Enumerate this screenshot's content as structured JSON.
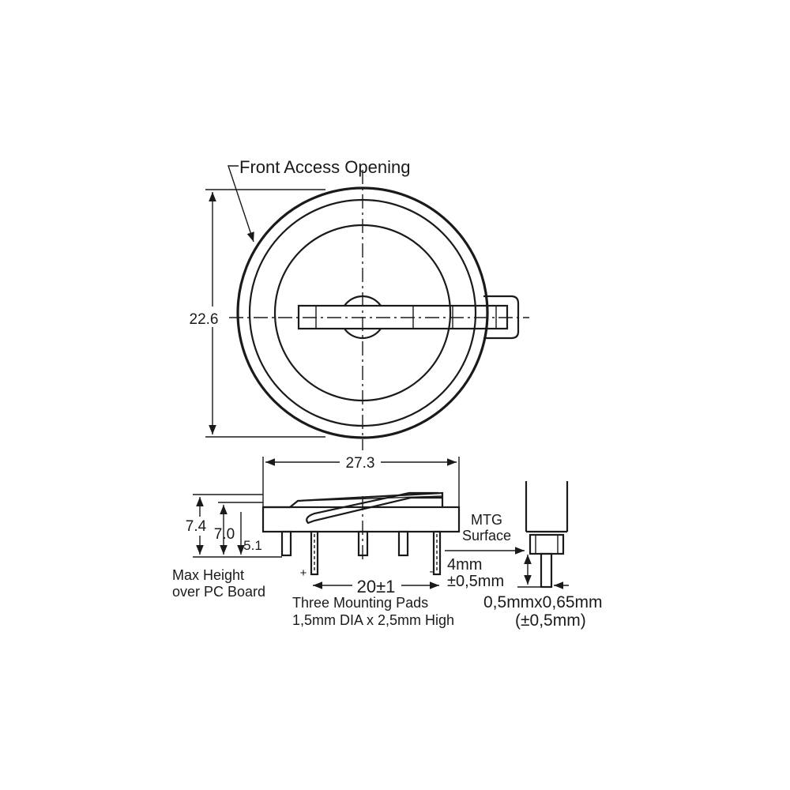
{
  "labels": {
    "front_access_opening": "Front Access Opening",
    "diameter": "22.6",
    "width": "27.3",
    "height_max": "7.4",
    "height_body": "7.0",
    "height_base": "5.1",
    "max_height_line1": "Max Height",
    "max_height_line2": "over PC Board",
    "pin_pitch": "20±1",
    "pads_line1": "Three Mounting Pads",
    "pads_line2": "1,5mm DIA x 2,5mm High",
    "mtg_line1": "MTG",
    "mtg_line2": "Surface",
    "pin_length_line1": "4mm",
    "pin_length_line2": "±0,5mm",
    "pin_size_line1": "0,5mmx0,65mm",
    "pin_size_line2": "(±0,5mm)",
    "plus": "+",
    "minus": "-"
  }
}
